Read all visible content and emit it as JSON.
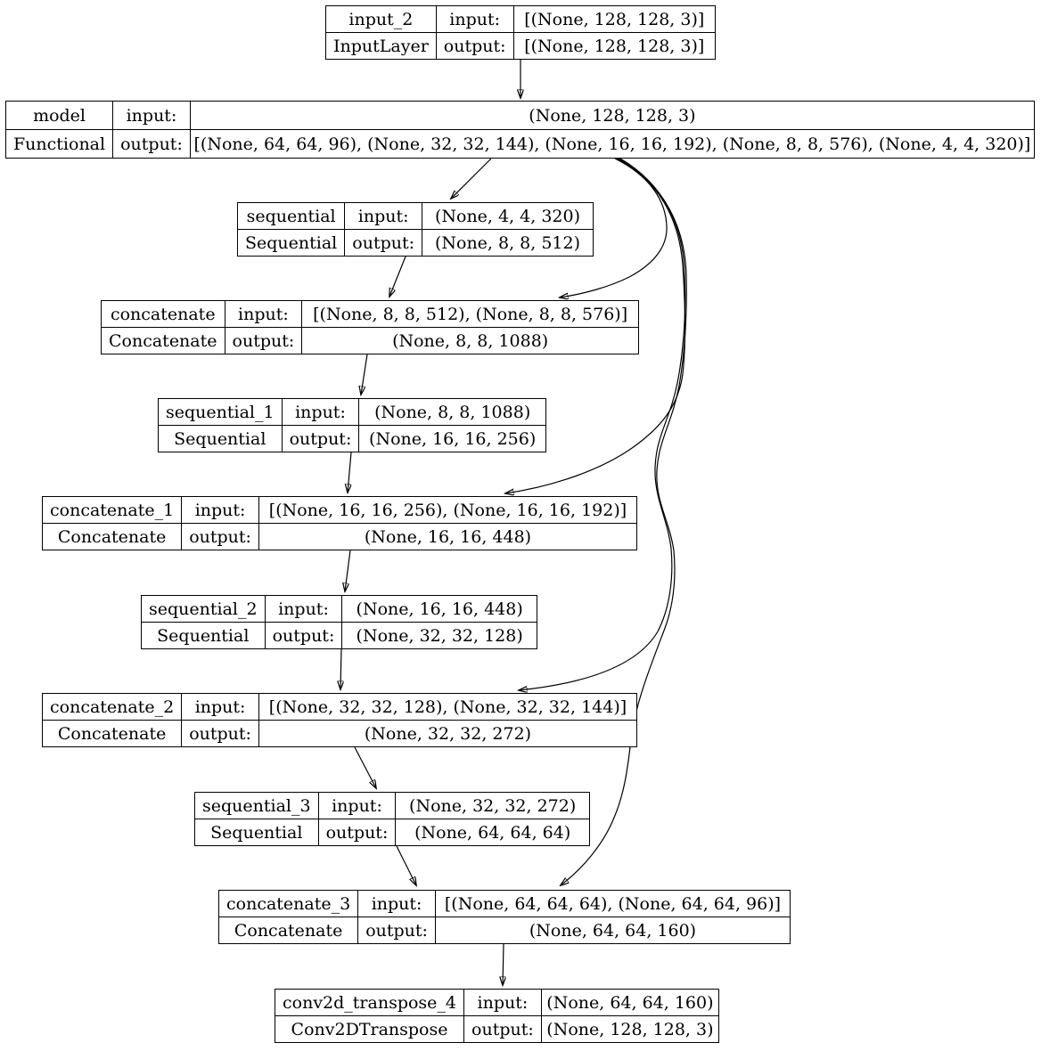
{
  "diagram_title": "keras-model-architecture",
  "labels": {
    "input": "input:",
    "output": "output:"
  },
  "nodes": [
    {
      "id": "input_2",
      "name": "input_2",
      "type": "InputLayer",
      "input_shape": "[(None, 128, 128, 3)]",
      "output_shape": "[(None, 128, 128, 3)]"
    },
    {
      "id": "model",
      "name": "model",
      "type": "Functional",
      "input_shape": "(None, 128, 128, 3)",
      "output_shape": "[(None, 64, 64, 96), (None, 32, 32, 144), (None, 16, 16, 192), (None, 8, 8, 576), (None, 4, 4, 320)]"
    },
    {
      "id": "sequential",
      "name": "sequential",
      "type": "Sequential",
      "input_shape": "(None, 4, 4, 320)",
      "output_shape": "(None, 8, 8, 512)"
    },
    {
      "id": "concatenate",
      "name": "concatenate",
      "type": "Concatenate",
      "input_shape": "[(None, 8, 8, 512), (None, 8, 8, 576)]",
      "output_shape": "(None, 8, 8, 1088)"
    },
    {
      "id": "sequential_1",
      "name": "sequential_1",
      "type": "Sequential",
      "input_shape": "(None, 8, 8, 1088)",
      "output_shape": "(None, 16, 16, 256)"
    },
    {
      "id": "concatenate_1",
      "name": "concatenate_1",
      "type": "Concatenate",
      "input_shape": "[(None, 16, 16, 256), (None, 16, 16, 192)]",
      "output_shape": "(None, 16, 16, 448)"
    },
    {
      "id": "sequential_2",
      "name": "sequential_2",
      "type": "Sequential",
      "input_shape": "(None, 16, 16, 448)",
      "output_shape": "(None, 32, 32, 128)"
    },
    {
      "id": "concatenate_2",
      "name": "concatenate_2",
      "type": "Concatenate",
      "input_shape": "[(None, 32, 32, 128), (None, 32, 32, 144)]",
      "output_shape": "(None, 32, 32, 272)"
    },
    {
      "id": "sequential_3",
      "name": "sequential_3",
      "type": "Sequential",
      "input_shape": "(None, 32, 32, 272)",
      "output_shape": "(None, 64, 64, 64)"
    },
    {
      "id": "concatenate_3",
      "name": "concatenate_3",
      "type": "Concatenate",
      "input_shape": "[(None, 64, 64, 64), (None, 64, 64, 96)]",
      "output_shape": "(None, 64, 64, 160)"
    },
    {
      "id": "conv2d_transpose_4",
      "name": "conv2d_transpose_4",
      "type": "Conv2DTranspose",
      "input_shape": "(None, 64, 64, 160)",
      "output_shape": "(None, 128, 128, 3)"
    }
  ],
  "edges": [
    {
      "from": "input_2",
      "to": "model"
    },
    {
      "from": "model",
      "to": "sequential"
    },
    {
      "from": "model",
      "to": "concatenate"
    },
    {
      "from": "model",
      "to": "concatenate_1"
    },
    {
      "from": "model",
      "to": "concatenate_2"
    },
    {
      "from": "model",
      "to": "concatenate_3"
    },
    {
      "from": "sequential",
      "to": "concatenate"
    },
    {
      "from": "concatenate",
      "to": "sequential_1"
    },
    {
      "from": "sequential_1",
      "to": "concatenate_1"
    },
    {
      "from": "concatenate_1",
      "to": "sequential_2"
    },
    {
      "from": "sequential_2",
      "to": "concatenate_2"
    },
    {
      "from": "concatenate_2",
      "to": "sequential_3"
    },
    {
      "from": "sequential_3",
      "to": "concatenate_3"
    },
    {
      "from": "concatenate_3",
      "to": "conv2d_transpose_4"
    }
  ],
  "colors": {
    "stroke": "#000000",
    "background": "#ffffff"
  }
}
